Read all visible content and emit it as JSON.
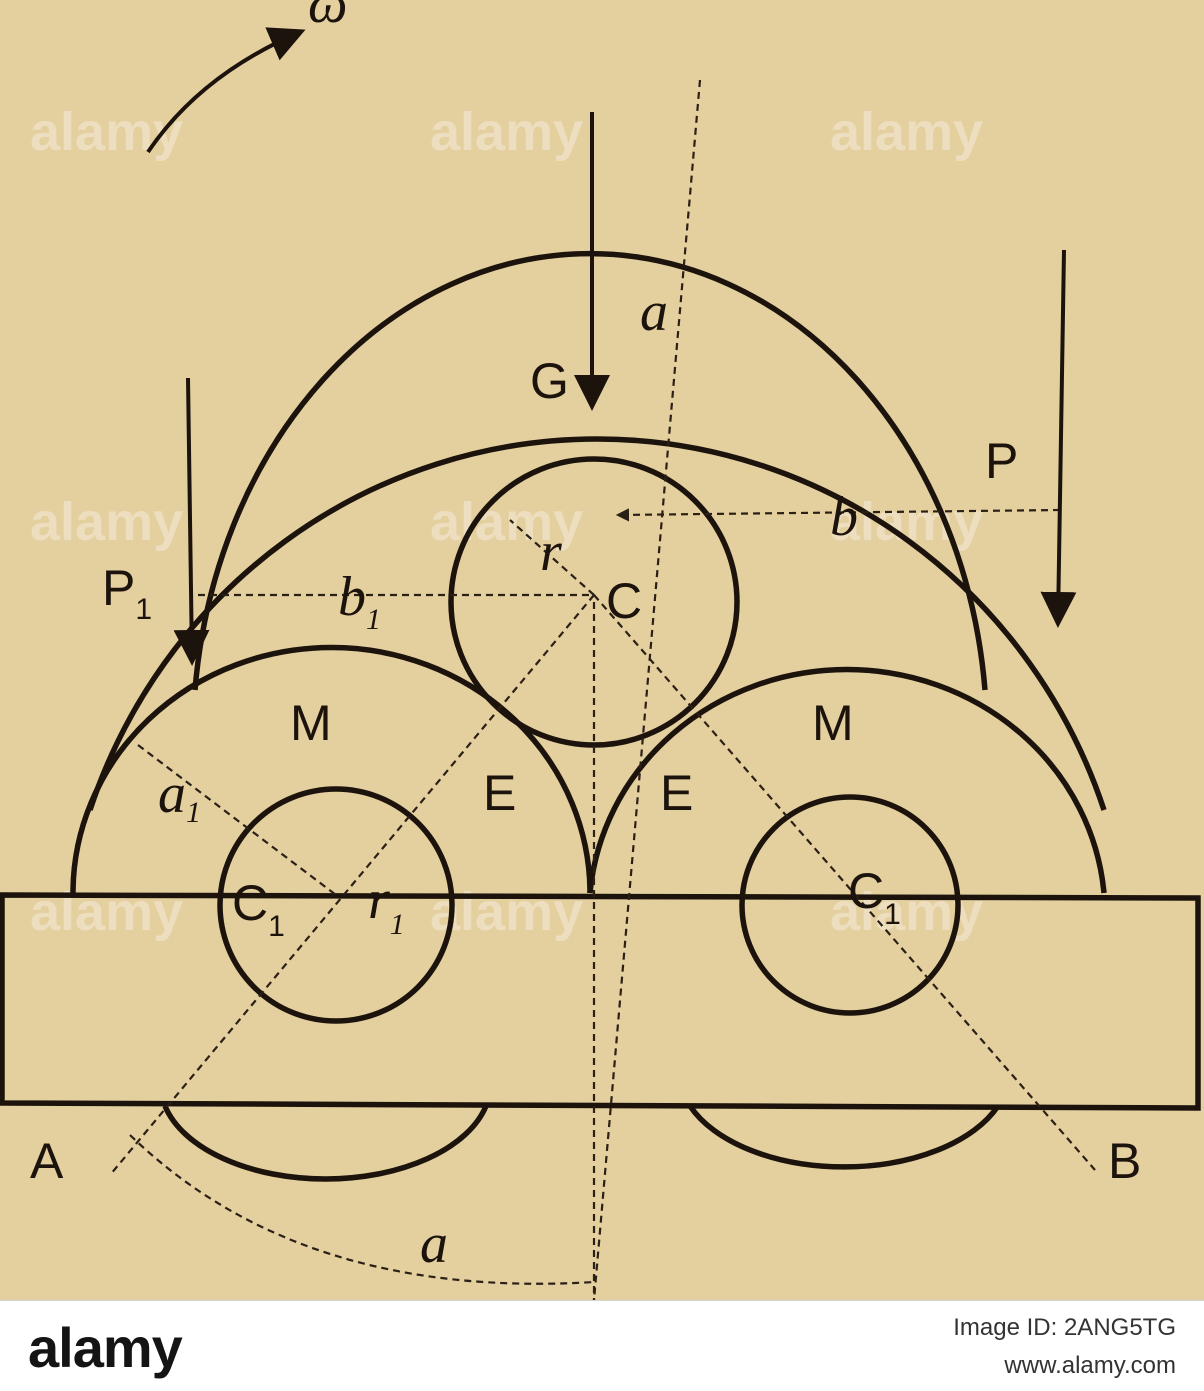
{
  "figure": {
    "labels": {
      "omega": "ω",
      "alpha_top": "a",
      "alpha_bottom": "a",
      "G": "G",
      "P": "P",
      "P1": "P",
      "P1_sub": "1",
      "b": "b",
      "b1": "b",
      "b1_sub": "1",
      "r": "r",
      "C": "C",
      "M_left": "M",
      "M_right": "M",
      "E_left": "E",
      "E_right": "E",
      "a1": "a",
      "a1_sub": "1",
      "C1_left": "C",
      "C1_left_sub": "1",
      "r1": "r",
      "r1_sub": "1",
      "C1_right": "C",
      "C1_right_sub": "1",
      "A": "A",
      "B": "B"
    },
    "watermark_text": "alamy"
  },
  "footer": {
    "brand": "alamy",
    "image_id": "Image ID: 2ANG5TG",
    "site": "www.alamy.com"
  },
  "colors": {
    "paper": "#e4cf9f",
    "ink": "#1c140c",
    "footer_bg": "#ffffff"
  }
}
